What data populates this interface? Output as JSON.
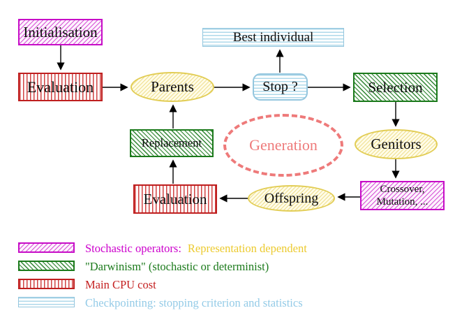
{
  "nodes": {
    "initialisation": "Initialisation",
    "evaluation_top": "Evaluation",
    "parents": "Parents",
    "best_individual": "Best individual",
    "stop": "Stop ?",
    "selection": "Selection",
    "genitors": "Genitors",
    "crossover_line1": "Crossover,",
    "crossover_line2": "Mutation, ...",
    "offspring": "Offspring",
    "evaluation_bottom": "Evaluation",
    "replacement": "Replacement",
    "generation": "Generation"
  },
  "legend": [
    {
      "swatch": "magenta-hatch",
      "text": "Stochastic operators:",
      "text2": "Representation dependent"
    },
    {
      "swatch": "green-hatch",
      "text": "\"Darwinism\" (stochastic or determinist)"
    },
    {
      "swatch": "red-stripes",
      "text": "Main CPU cost"
    },
    {
      "swatch": "cyan-stripes",
      "text": "Checkpointing: stopping criterion and statistics"
    }
  ],
  "colors": {
    "magenta": "#cc00cc",
    "green": "#1b7a1b",
    "red": "#c42020",
    "cyan_border": "#94c6de",
    "cyan_text": "#94cbe7",
    "yellow_border": "#e2cd55",
    "yellow_text": "#ecca2e",
    "salmon": "#ee7a7a",
    "arrow": "#000000"
  }
}
